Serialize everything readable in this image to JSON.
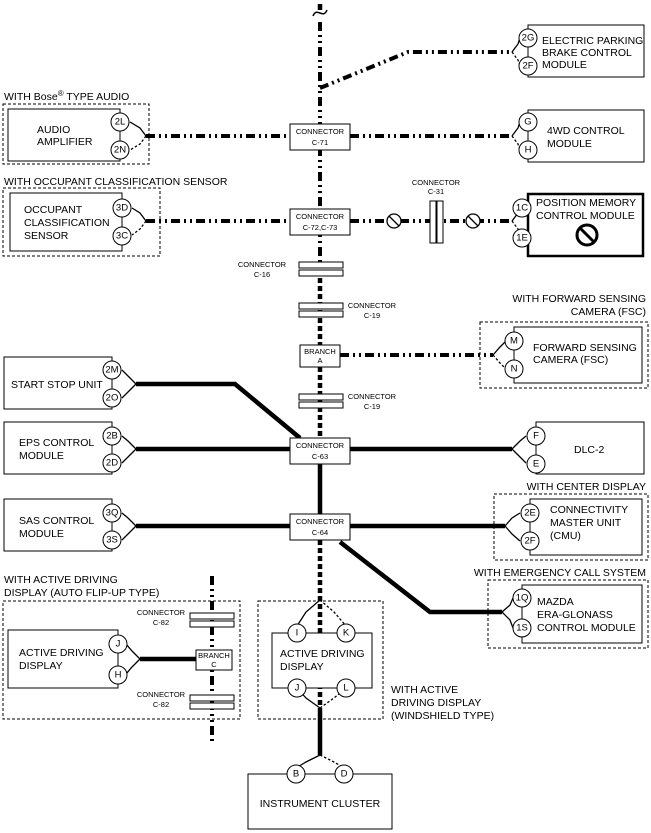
{
  "modules": {
    "epb": {
      "label": [
        "ELECTRIC PARKING",
        "BRAKE CONTROL",
        "MODULE"
      ],
      "pins": [
        "2G",
        "2F"
      ]
    },
    "audio": {
      "label": [
        "AUDIO",
        "AMPLIFIER"
      ],
      "pins": [
        "2L",
        "2N"
      ],
      "group": "WITH Bose® TYPE AUDIO"
    },
    "awd": {
      "label": [
        "4WD CONTROL",
        "MODULE"
      ],
      "pins": [
        "G",
        "H"
      ]
    },
    "ocs": {
      "label": [
        "OCCUPANT",
        "CLASSIFICATION",
        "SENSOR"
      ],
      "pins": [
        "3D",
        "3C"
      ],
      "group": "WITH OCCUPANT CLASSIFICATION SENSOR"
    },
    "pos": {
      "label": [
        "POSITION MEMORY",
        "CONTROL MODULE"
      ],
      "pins": [
        "1C",
        "1E"
      ]
    },
    "fsc": {
      "label": [
        "FORWARD SENSING",
        "CAMERA (FSC)"
      ],
      "pins": [
        "M",
        "N"
      ],
      "group": [
        "WITH FORWARD SENSING",
        "CAMERA (FSC)"
      ]
    },
    "ssu": {
      "label": [
        "START STOP UNIT"
      ],
      "pins": [
        "2M",
        "2O"
      ]
    },
    "eps": {
      "label": [
        "EPS CONTROL",
        "MODULE"
      ],
      "pins": [
        "2B",
        "2D"
      ]
    },
    "dlc": {
      "label": [
        "DLC-2"
      ],
      "pins": [
        "F",
        "E"
      ]
    },
    "sas": {
      "label": [
        "SAS CONTROL",
        "MODULE"
      ],
      "pins": [
        "3Q",
        "3S"
      ]
    },
    "cmu": {
      "label": [
        "CONNECTIVITY",
        "MASTER UNIT",
        "(CMU)"
      ],
      "pins": [
        "2E",
        "2F"
      ],
      "group": "WITH CENTER DISPLAY"
    },
    "era": {
      "label": [
        "MAZDA",
        "ERA-GLONASS",
        "CONTROL MODULE"
      ],
      "pins": [
        "1Q",
        "1S"
      ],
      "group": "WITH EMERGENCY CALL SYSTEM"
    },
    "add1": {
      "label": [
        "ACTIVE DRIVING",
        "DISPLAY"
      ],
      "pins": [
        "J",
        "H"
      ],
      "group": [
        "WITH ACTIVE DRIVING",
        "DISPLAY (AUTO FLIP-UP TYPE)"
      ]
    },
    "add2": {
      "label": [
        "ACTIVE DRIVING",
        "DISPLAY"
      ],
      "pins": [
        "I",
        "K",
        "J",
        "L"
      ],
      "group": [
        "WITH ACTIVE",
        "DRIVING DISPLAY",
        "(WINDSHIELD TYPE)"
      ]
    },
    "ic": {
      "label": [
        "INSTRUMENT CLUSTER"
      ],
      "pins": [
        "B",
        "D"
      ]
    }
  },
  "connectors": {
    "c71": [
      "CONNECTOR",
      "C-71"
    ],
    "c7273": [
      "CONNECTOR",
      "C-72,C-73"
    ],
    "c31": [
      "CONNECTOR",
      "C-31"
    ],
    "c16": [
      "CONNECTOR",
      "C-16"
    ],
    "c19a": [
      "CONNECTOR",
      "C-19"
    ],
    "c19b": [
      "CONNECTOR",
      "C-19"
    ],
    "c63": [
      "CONNECTOR",
      "C-63"
    ],
    "c64": [
      "CONNECTOR",
      "C-64"
    ],
    "c82a": [
      "CONNECTOR",
      "C-82"
    ],
    "c82b": [
      "CONNECTOR",
      "C-82"
    ]
  },
  "branches": {
    "a": [
      "BRANCH",
      "A"
    ],
    "c": [
      "BRANCH",
      "C"
    ]
  },
  "bose_prefix": "WITH Bose",
  "bose_reg": "®",
  "bose_suffix": " TYPE AUDIO"
}
